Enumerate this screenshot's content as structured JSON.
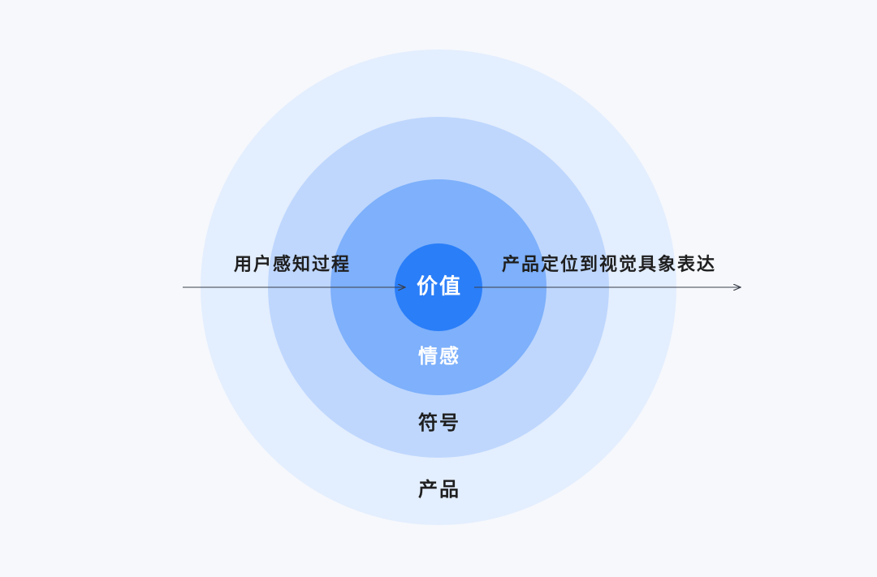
{
  "diagram": {
    "rings": [
      {
        "label": "产品",
        "fill": "#e3eefe",
        "text_color": "#1f1f1f"
      },
      {
        "label": "符号",
        "fill": "#bfd7fd",
        "text_color": "#1f1f1f"
      },
      {
        "label": "情感",
        "fill": "#7eb0fb",
        "text_color": "#ffffff"
      },
      {
        "label": "价值",
        "fill": "#2a7ef8",
        "text_color": "#ffffff"
      }
    ],
    "arrow": {
      "left_label": "用户感知过程",
      "right_label": "产品定位到视觉具象表达",
      "color": "#3a3f4a"
    },
    "background": "#f6f8fc"
  }
}
